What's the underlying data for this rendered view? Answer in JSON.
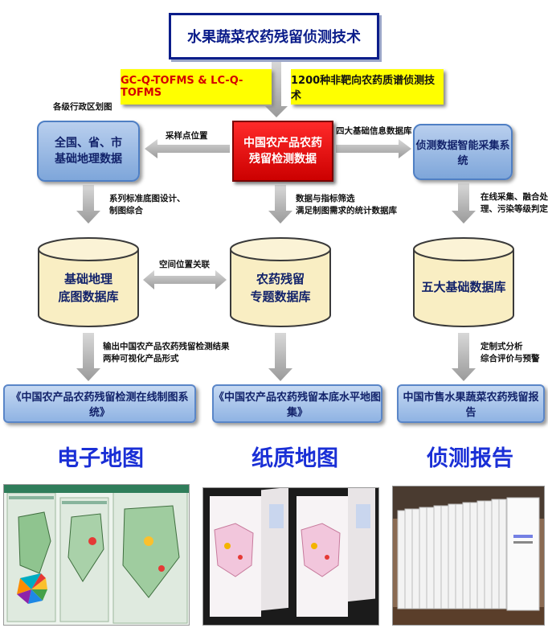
{
  "title": "水果蔬菜农药残留侦测技术",
  "tech_left": "GC-Q-TOFMS & LC-Q-TOFMS",
  "tech_right": "1200种非靶向农药质谱侦测技术",
  "boxes": {
    "geo_line1": "全国、省、市",
    "geo_line2": "基础地理数据",
    "pesticide_line1": "中国农产品农药",
    "pesticide_line2": "残留检测数据",
    "collect": "侦测数据智能采集系统"
  },
  "labels": {
    "admin_maps": "各级行政区划图",
    "sampling": "采样点位置",
    "four_db": "四大基础信息数据库",
    "std_design_1": "系列标准底图设计、",
    "std_design_2": "制图综合",
    "filter_1": "数据与指标筛选",
    "filter_2": "满足制图需求的统计数据库",
    "online_1": "在线采集、融合处",
    "online_2": "理、污染等级判定",
    "spatial": "空间位置关联",
    "output_1": "输出中国农产品农药残留检测结果",
    "output_2": "两种可视化产品形式",
    "custom_1": "定制式分析",
    "custom_2": "综合评价与预警"
  },
  "databases": {
    "base_line1": "基础地理",
    "base_line2": "底图数据库",
    "topic_line1": "农药残留",
    "topic_line2": "专题数据库",
    "five": "五大基础数据库"
  },
  "outputs": {
    "online_system": "《中国农产品农药残留检测在线制图系统》",
    "atlas": "《中国农产品农药残留本底水平地图集》",
    "report": "中国市售水果蔬菜农药残留报告"
  },
  "products": {
    "electronic": "电子地图",
    "paper": "纸质地图",
    "report": "侦测报告"
  }
}
